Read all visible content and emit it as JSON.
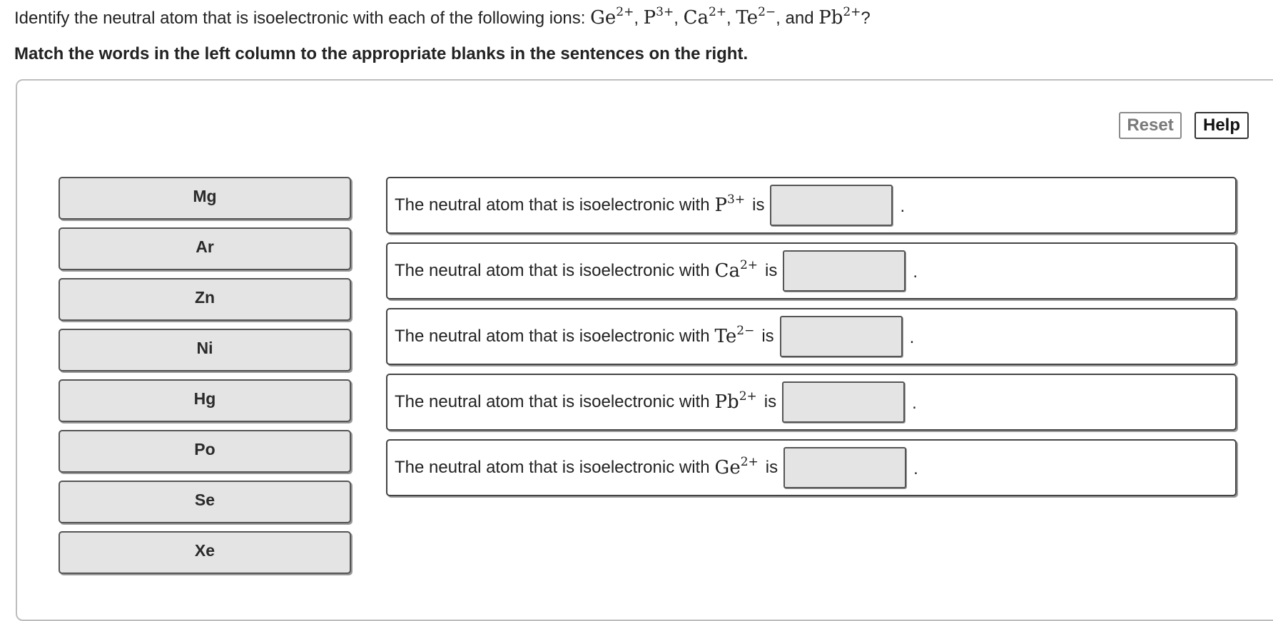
{
  "question": {
    "prefix": "Identify the neutral atom that is isoelectronic with each of the following ions: ",
    "ions": [
      {
        "base": "Ge",
        "charge": "2+"
      },
      {
        "base": "P",
        "charge": "3+"
      },
      {
        "base": "Ca",
        "charge": "2+"
      },
      {
        "base": "Te",
        "charge": "2−"
      },
      {
        "base": "Pb",
        "charge": "2+"
      }
    ],
    "sep": ", ",
    "and": ", and ",
    "suffix": "?"
  },
  "instruction": "Match the words in the left column to the appropriate blanks in the sentences on the right.",
  "buttons": {
    "reset": "Reset",
    "help": "Help"
  },
  "words": [
    "Mg",
    "Ar",
    "Zn",
    "Ni",
    "Hg",
    "Po",
    "Se",
    "Xe"
  ],
  "sentences": [
    {
      "prefix": "The neutral atom that is isoelectronic with",
      "ion": "P",
      "charge": "3+",
      "is": "is",
      "end": "."
    },
    {
      "prefix": "The neutral atom that is isoelectronic with",
      "ion": "Ca",
      "charge": "2+",
      "is": "is",
      "end": "."
    },
    {
      "prefix": "The neutral atom that is isoelectronic with",
      "ion": "Te",
      "charge": "2−",
      "is": "is",
      "end": "."
    },
    {
      "prefix": "The neutral atom that is isoelectronic with",
      "ion": "Pb",
      "charge": "2+",
      "is": "is",
      "end": "."
    },
    {
      "prefix": "The neutral atom that is isoelectronic with",
      "ion": "Ge",
      "charge": "2+",
      "is": "is",
      "end": "."
    }
  ]
}
